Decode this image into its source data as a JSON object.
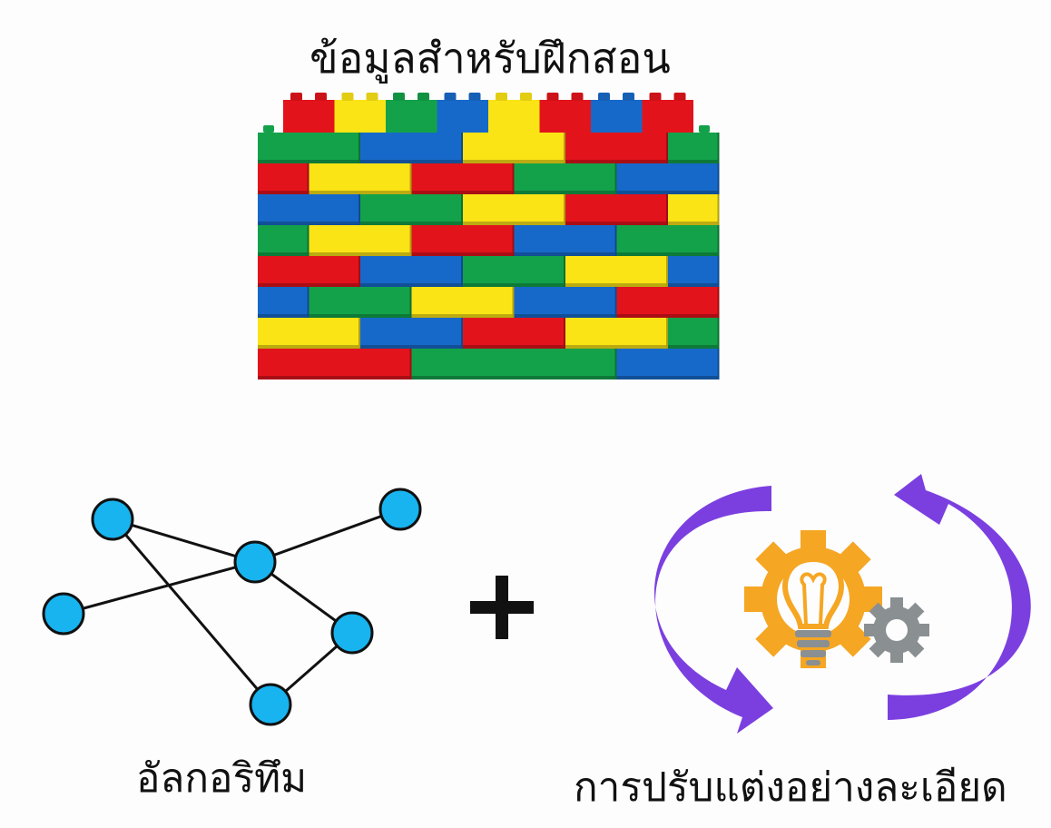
{
  "title": "ข้อมูลสำหรับฝึกสอน",
  "plus_sign": "+",
  "algorithm_label": "อัลกอริทึม",
  "finetune_label": "การปรับแต่งอย่างละเอียด",
  "colors": {
    "red": "#e3131c",
    "yellow": "#fbe415",
    "green": "#13a24a",
    "blue": "#1769c9",
    "node": "#17b4f0",
    "arrow": "#7b3fe0",
    "gear_orange": "#f5a623",
    "gear_gray": "#8a8f92"
  },
  "brick_wall": {
    "top_studs": [
      "red",
      "yellow",
      "green",
      "blue",
      "yellow",
      "red",
      "blue",
      "red"
    ],
    "rows": [
      [
        [
          "green",
          1
        ],
        [
          "blue",
          1
        ],
        [
          "yellow",
          1
        ],
        [
          "red",
          1
        ],
        [
          "green",
          0.5
        ]
      ],
      [
        [
          "red",
          0.5
        ],
        [
          "yellow",
          1
        ],
        [
          "red",
          1
        ],
        [
          "green",
          1
        ],
        [
          "blue",
          1
        ]
      ],
      [
        [
          "blue",
          1
        ],
        [
          "green",
          1
        ],
        [
          "yellow",
          1
        ],
        [
          "red",
          1
        ],
        [
          "yellow",
          0.5
        ]
      ],
      [
        [
          "green",
          0.5
        ],
        [
          "yellow",
          1
        ],
        [
          "red",
          1
        ],
        [
          "blue",
          1
        ],
        [
          "green",
          1
        ]
      ],
      [
        [
          "red",
          1
        ],
        [
          "blue",
          1
        ],
        [
          "green",
          1
        ],
        [
          "yellow",
          1
        ],
        [
          "blue",
          0.5
        ]
      ],
      [
        [
          "blue",
          0.5
        ],
        [
          "green",
          1
        ],
        [
          "yellow",
          1
        ],
        [
          "blue",
          1
        ],
        [
          "red",
          1
        ]
      ],
      [
        [
          "yellow",
          1
        ],
        [
          "blue",
          1
        ],
        [
          "red",
          1
        ],
        [
          "yellow",
          1
        ],
        [
          "green",
          0.5
        ]
      ],
      [
        [
          "red",
          1.5
        ],
        [
          "green",
          2
        ],
        [
          "blue",
          1
        ]
      ]
    ]
  },
  "graph": {
    "nodes": [
      "n1",
      "n2",
      "n3",
      "n4",
      "n5",
      "n6"
    ],
    "edges": [
      [
        "n1",
        "n3"
      ],
      [
        "n3",
        "n2"
      ],
      [
        "n4",
        "n3"
      ],
      [
        "n1",
        "n6"
      ],
      [
        "n3",
        "n5"
      ],
      [
        "n5",
        "n6"
      ]
    ]
  },
  "finetune_icon": [
    "lightbulb-gear-icon",
    "small-gear-icon",
    "cycle-arrow-left",
    "cycle-arrow-right"
  ]
}
